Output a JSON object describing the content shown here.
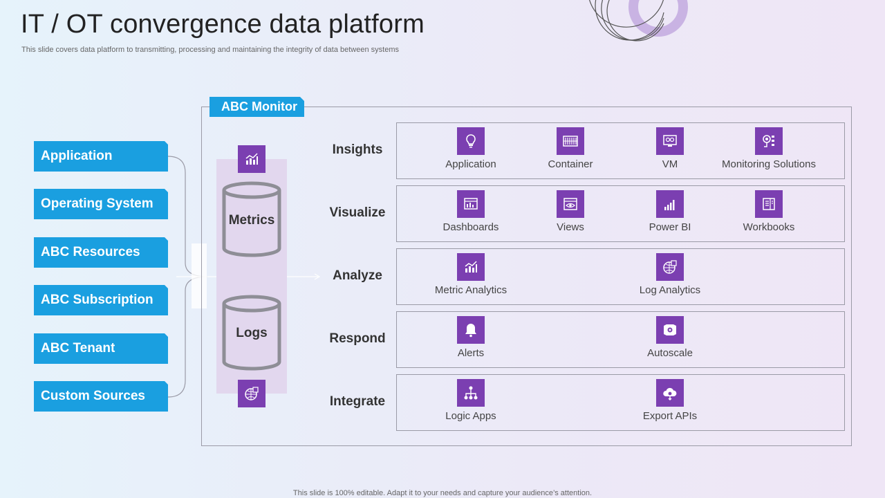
{
  "title": "IT / OT convergence data platform",
  "subtitle": "This slide covers data platform to transmitting, processing and maintaining the integrity of data between systems",
  "footer": "This slide is 100% editable. Adapt it to your needs and capture your audience’s attention.",
  "colors": {
    "accent_blue": "#1a9fe0",
    "accent_purple": "#7b3fb1",
    "storage_bg": "#e2d7ee"
  },
  "sources": [
    "Application",
    "Operating System",
    "ABC Resources",
    "ABC Subscription",
    "ABC Tenant",
    "Custom Sources"
  ],
  "monitor": {
    "label": "ABC Monitor",
    "stores": [
      {
        "label": "Metrics",
        "icon": "analytics-chart-icon"
      },
      {
        "label": "Logs",
        "icon": "globe-data-icon"
      }
    ]
  },
  "rows": [
    {
      "category": "Insights",
      "items": [
        {
          "label": "Application",
          "icon": "lightbulb-icon"
        },
        {
          "label": "Container",
          "icon": "container-icon"
        },
        {
          "label": "VM",
          "icon": "monitor-icon"
        },
        {
          "label": "Monitoring Solutions",
          "icon": "target-icon"
        }
      ]
    },
    {
      "category": "Visualize",
      "items": [
        {
          "label": "Dashboards",
          "icon": "dashboard-icon"
        },
        {
          "label": "Views",
          "icon": "eye-window-icon"
        },
        {
          "label": "Power BI",
          "icon": "bar-chart-icon"
        },
        {
          "label": "Workbooks",
          "icon": "workbook-icon"
        }
      ]
    },
    {
      "category": "Analyze",
      "items": [
        {
          "label": "Metric Analytics",
          "icon": "analytics-chart-icon"
        },
        {
          "label": "Log Analytics",
          "icon": "globe-data-icon"
        }
      ]
    },
    {
      "category": "Respond",
      "items": [
        {
          "label": "Alerts",
          "icon": "bell-icon"
        },
        {
          "label": "Autoscale",
          "icon": "gear-window-icon"
        }
      ]
    },
    {
      "category": "Integrate",
      "items": [
        {
          "label": "Logic Apps",
          "icon": "network-icon"
        },
        {
          "label": "Export APIs",
          "icon": "cloud-gear-icon"
        }
      ]
    }
  ]
}
